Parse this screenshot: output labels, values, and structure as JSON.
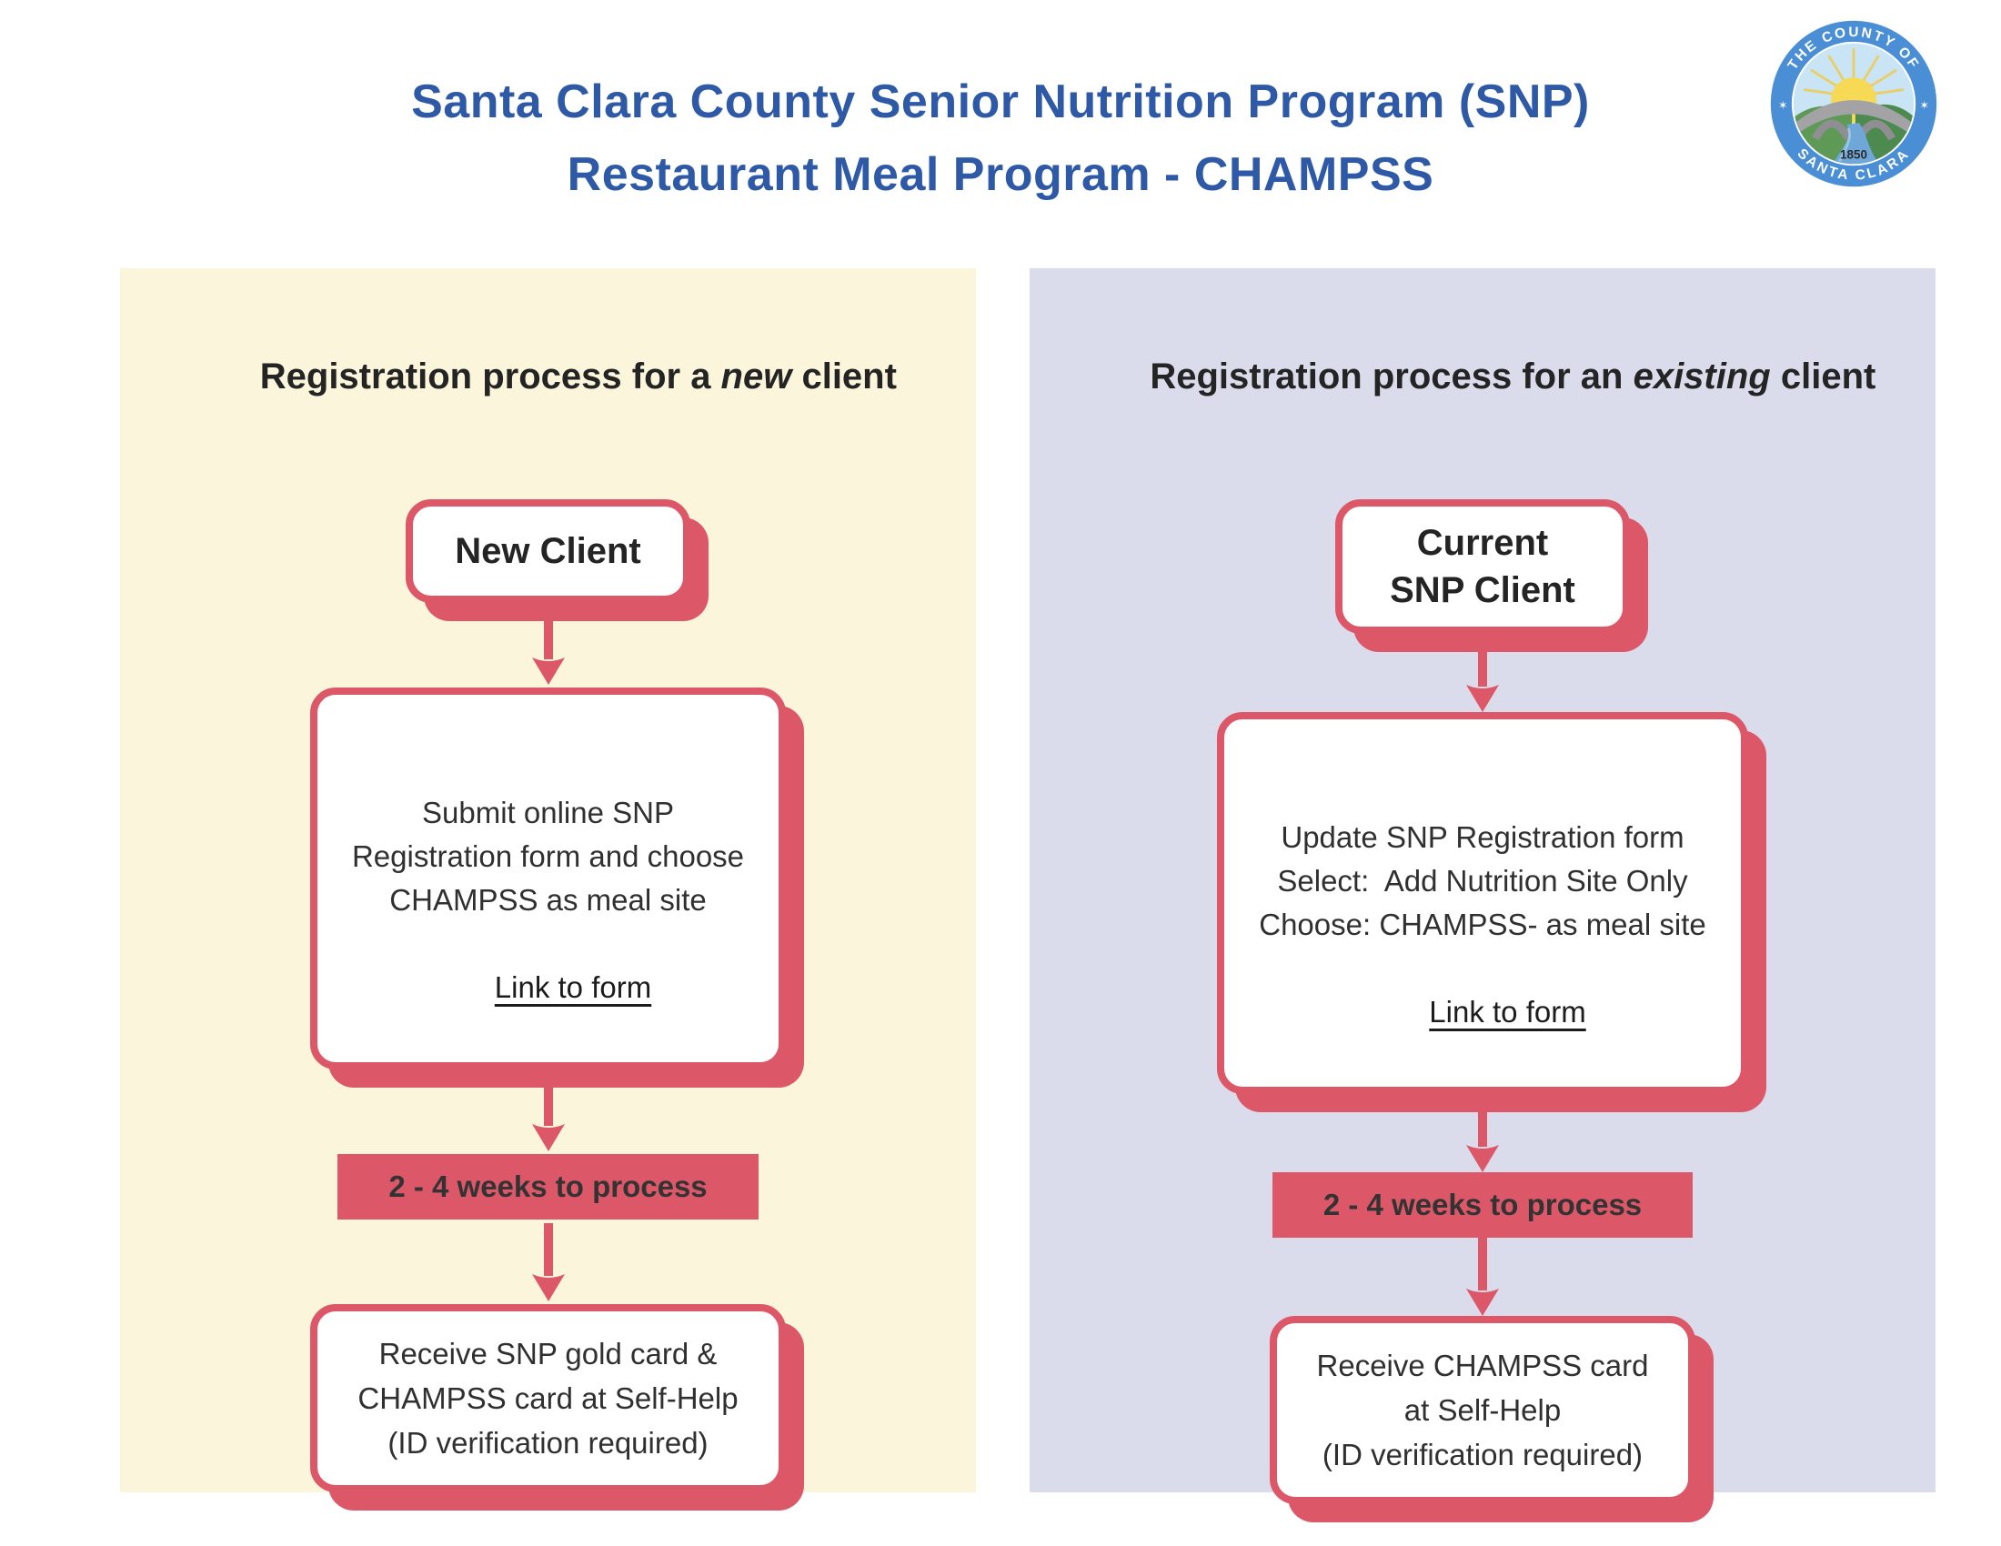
{
  "header": {
    "title_line1": "Santa Clara County Senior Nutrition Program (SNP)",
    "title_line2": "Restaurant Meal Program - CHAMPSS"
  },
  "logo": {
    "ring_top": "THE COUNTY OF",
    "ring_bottom": "SANTA CLARA",
    "year": "1850",
    "star": "✶"
  },
  "colors": {
    "title_blue": "#2E59A7",
    "accent_red": "#DC5768",
    "left_panel_bg": "#FBF5DB",
    "right_panel_bg": "#DADCEC",
    "text_dark": "#2E2E2E"
  },
  "left_panel": {
    "heading": {
      "prefix": "Registration process for a ",
      "emphasis": "new",
      "suffix": " client"
    },
    "start_box": {
      "lines": [
        "New Client"
      ]
    },
    "form_box": {
      "lines": [
        "Submit online SNP",
        "Registration form and choose",
        "CHAMPSS as meal site"
      ],
      "link": "Link to form"
    },
    "banner": "2 - 4 weeks to process",
    "result_box": {
      "lines": [
        "Receive SNP gold card &",
        "CHAMPSS card at Self-Help",
        "(ID verification required)"
      ]
    }
  },
  "right_panel": {
    "heading": {
      "prefix": "Registration process for an ",
      "emphasis": "existing",
      "suffix": " client"
    },
    "start_box": {
      "lines": [
        "Current",
        "SNP Client"
      ]
    },
    "form_box": {
      "lines": [
        "Update SNP Registration form",
        "Select:  Add Nutrition Site Only",
        "Choose: CHAMPSS- as meal site"
      ],
      "link": "Link to form"
    },
    "banner": "2 - 4 weeks to process",
    "result_box": {
      "lines": [
        "Receive CHAMPSS card",
        "at Self-Help",
        "(ID verification required)"
      ]
    }
  }
}
